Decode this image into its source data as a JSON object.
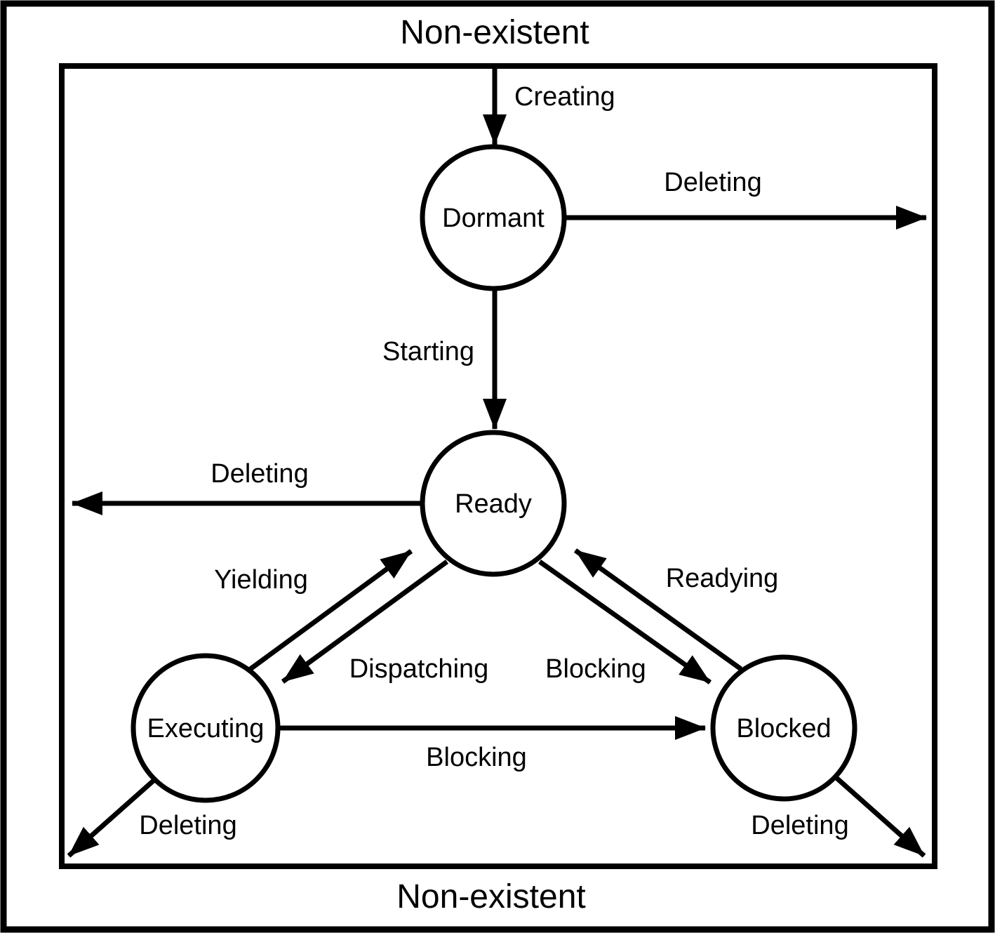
{
  "diagram": {
    "background_color": "#ffffff",
    "line_color": "#000000",
    "outer": {
      "top_label": "Non-existent",
      "bottom_label": "Non-existent"
    },
    "states": {
      "dormant": {
        "label": "Dormant"
      },
      "ready": {
        "label": "Ready"
      },
      "executing": {
        "label": "Executing"
      },
      "blocked": {
        "label": "Blocked"
      }
    },
    "transitions": {
      "creating": {
        "label": "Creating",
        "from": "Non-existent",
        "to": "Dormant"
      },
      "deleting_from_dormant": {
        "label": "Deleting",
        "from": "Dormant",
        "to": "Non-existent"
      },
      "starting": {
        "label": "Starting",
        "from": "Dormant",
        "to": "Ready"
      },
      "deleting_from_ready": {
        "label": "Deleting",
        "from": "Ready",
        "to": "Non-existent"
      },
      "yielding": {
        "label": "Yielding",
        "from": "Executing",
        "to": "Ready"
      },
      "dispatching": {
        "label": "Dispatching",
        "from": "Ready",
        "to": "Executing"
      },
      "blocking_from_ready": {
        "label": "Blocking",
        "from": "Ready",
        "to": "Blocked"
      },
      "readying": {
        "label": "Readying",
        "from": "Blocked",
        "to": "Ready"
      },
      "blocking_from_executing": {
        "label": "Blocking",
        "from": "Executing",
        "to": "Blocked"
      },
      "deleting_from_executing": {
        "label": "Deleting",
        "from": "Executing",
        "to": "Non-existent"
      },
      "deleting_from_blocked": {
        "label": "Deleting",
        "from": "Blocked",
        "to": "Non-existent"
      }
    }
  }
}
